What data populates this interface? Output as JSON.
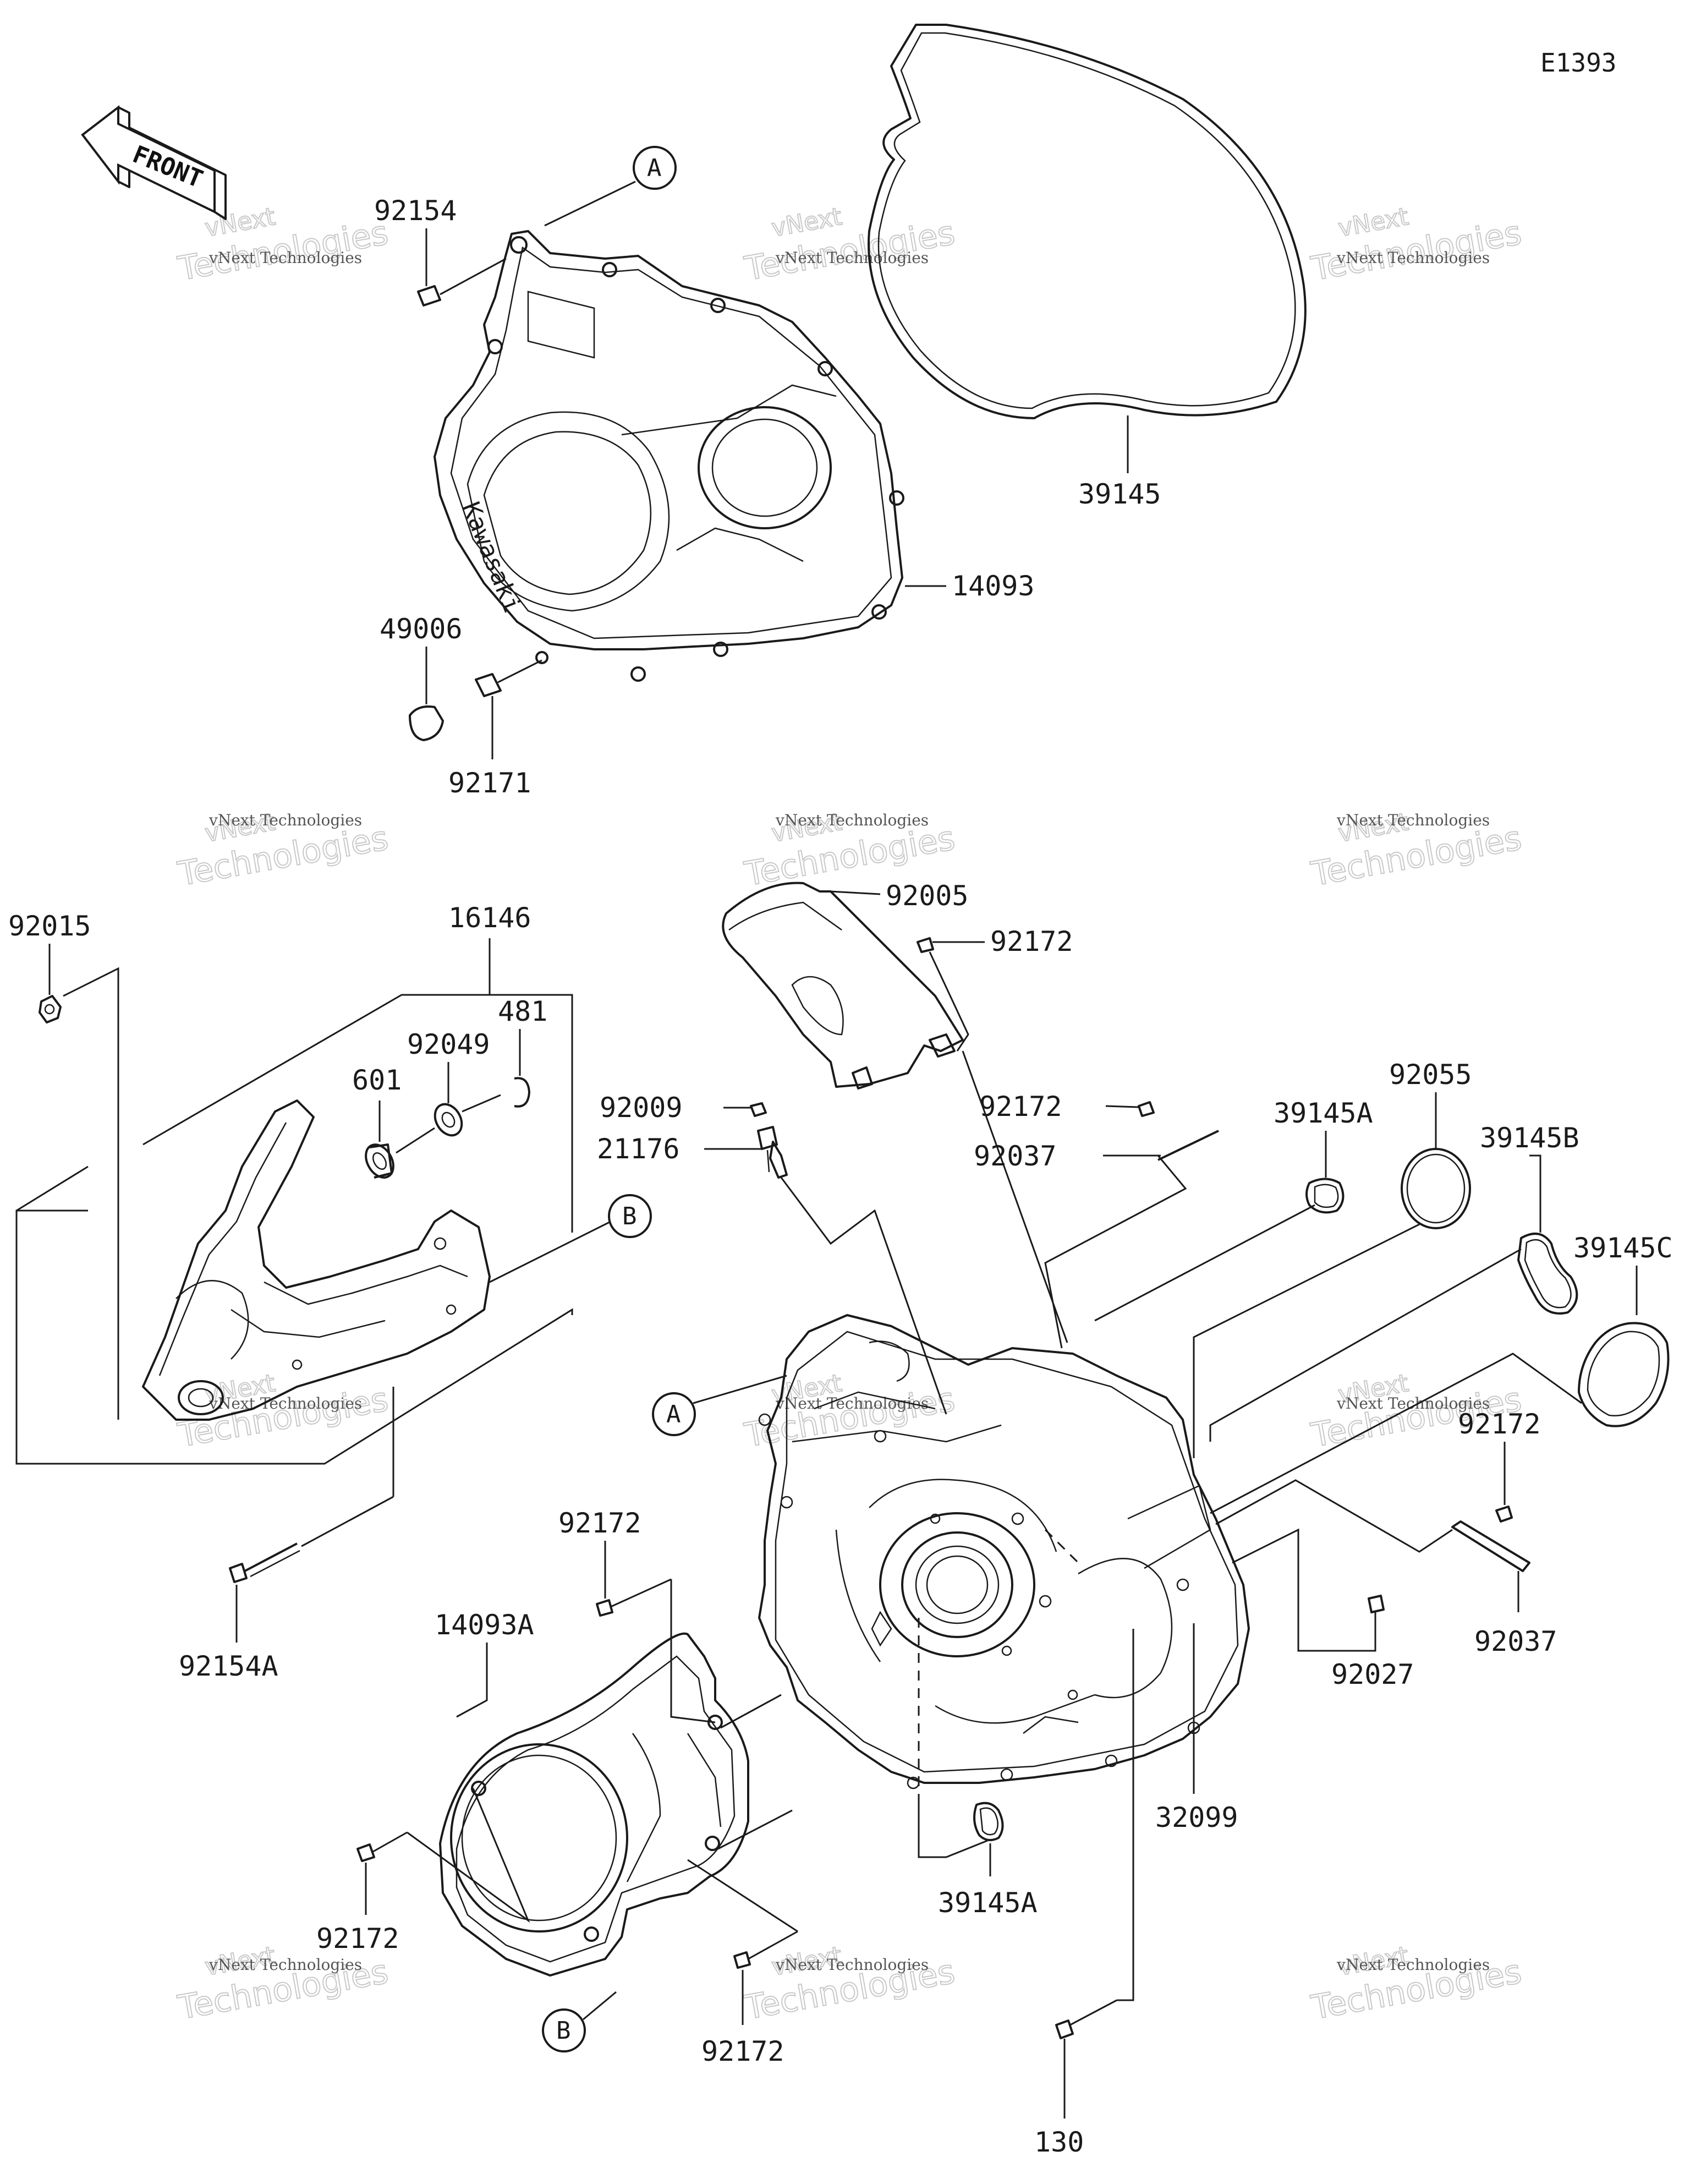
{
  "diagram": {
    "code": "E1393",
    "front_label": "FRONT",
    "brand_text": "Kawasaki",
    "watermark_line1": "vNext Technologies",
    "watermark_line2": "Technologies",
    "watermark_line3": "vNext"
  },
  "labels": {
    "p92154": "92154",
    "p49006": "49006",
    "p92171": "92171",
    "p39145": "39145",
    "p14093": "14093",
    "p92015": "92015",
    "p16146": "16146",
    "p481": "481",
    "p92049": "92049",
    "p601": "601",
    "p92154A": "92154A",
    "p92005": "92005",
    "p92172_a": "92172",
    "p92009": "92009",
    "p92172_b": "92172",
    "p21176": "21176",
    "p92037_a": "92037",
    "p39145A_a": "39145A",
    "p92055": "92055",
    "p39145B": "39145B",
    "p39145C": "39145C",
    "p92172_c": "92172",
    "p92037_b": "92037",
    "p92027": "92027",
    "p92172_d": "92172",
    "p14093A": "14093A",
    "p92172_e": "92172",
    "p92172_f": "92172",
    "p39145A_b": "39145A",
    "p32099": "32099",
    "p130": "130"
  },
  "refs": {
    "a_top": "A",
    "a_mid": "A",
    "b_top": "B",
    "b_bottom": "B"
  }
}
